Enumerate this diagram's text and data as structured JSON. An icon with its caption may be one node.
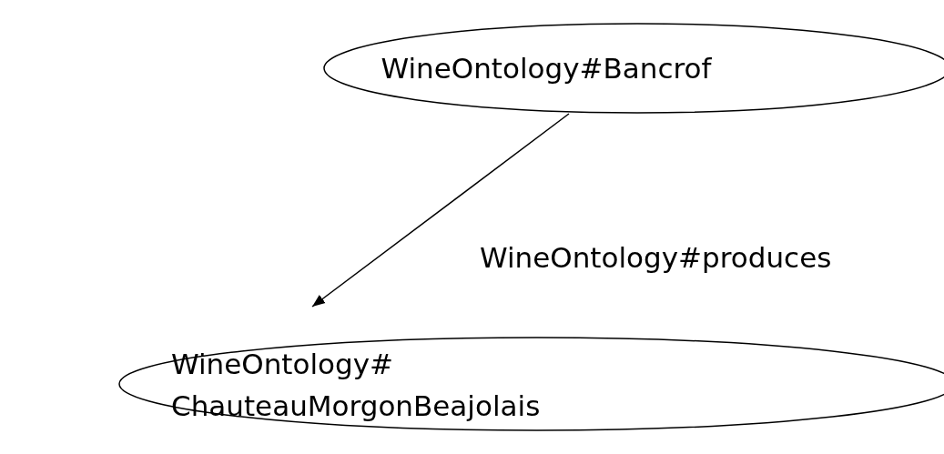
{
  "diagram": {
    "nodes": [
      {
        "text": [
          "WineOntology#Bancrof"
        ]
      },
      {
        "text": [
          "WineOntology# ChauteauMorgonBeajolais"
        ]
      }
    ],
    "edges": [
      {
        "from": 0,
        "to": 1,
        "arrow": "to",
        "label": "WineOntology#produces"
      }
    ]
  }
}
